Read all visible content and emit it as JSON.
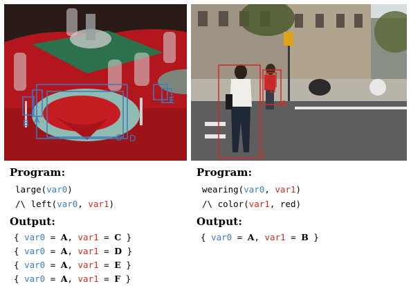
{
  "left": {
    "image_labels": [
      "A",
      "B",
      "C",
      "D",
      "E"
    ],
    "program_heading": "Program:",
    "program_lines": [
      [
        {
          "t": "large("
        },
        {
          "t": "var0",
          "c": "v0"
        },
        {
          "t": ")"
        }
      ],
      [
        {
          "t": "/\\ left("
        },
        {
          "t": "var0",
          "c": "v0"
        },
        {
          "t": ", "
        },
        {
          "t": "var1",
          "c": "v1"
        },
        {
          "t": ")"
        }
      ]
    ],
    "output_heading": "Output:",
    "output_lines": [
      [
        {
          "t": "{ "
        },
        {
          "t": "var0",
          "c": "v0"
        },
        {
          "t": " = "
        },
        {
          "t": "A",
          "c": "b"
        },
        {
          "t": ", "
        },
        {
          "t": "var1",
          "c": "v1"
        },
        {
          "t": " = "
        },
        {
          "t": "C",
          "c": "b"
        },
        {
          "t": " }"
        }
      ],
      [
        {
          "t": "{ "
        },
        {
          "t": "var0",
          "c": "v0"
        },
        {
          "t": " = "
        },
        {
          "t": "A",
          "c": "b"
        },
        {
          "t": ", "
        },
        {
          "t": "var1",
          "c": "v1"
        },
        {
          "t": " = "
        },
        {
          "t": "D",
          "c": "b"
        },
        {
          "t": " }"
        }
      ],
      [
        {
          "t": "{ "
        },
        {
          "t": "var0",
          "c": "v0"
        },
        {
          "t": " = "
        },
        {
          "t": "A",
          "c": "b"
        },
        {
          "t": ", "
        },
        {
          "t": "var1",
          "c": "v1"
        },
        {
          "t": " = "
        },
        {
          "t": "E",
          "c": "b"
        },
        {
          "t": " }"
        }
      ],
      [
        {
          "t": "{ "
        },
        {
          "t": "var0",
          "c": "v0"
        },
        {
          "t": " = "
        },
        {
          "t": "A",
          "c": "b"
        },
        {
          "t": ", "
        },
        {
          "t": "var1",
          "c": "v1"
        },
        {
          "t": " = "
        },
        {
          "t": "F",
          "c": "b"
        },
        {
          "t": " }"
        }
      ]
    ]
  },
  "right": {
    "image_labels": [
      "A",
      "B",
      "C"
    ],
    "program_heading": "Program:",
    "program_lines": [
      [
        {
          "t": "wearing("
        },
        {
          "t": "var0",
          "c": "v0"
        },
        {
          "t": ", "
        },
        {
          "t": "var1",
          "c": "v1"
        },
        {
          "t": ")"
        }
      ],
      [
        {
          "t": "/\\ color("
        },
        {
          "t": "var1",
          "c": "v1"
        },
        {
          "t": ", red)"
        }
      ]
    ],
    "output_heading": "Output:",
    "output_lines": [
      [
        {
          "t": "{ "
        },
        {
          "t": "var0",
          "c": "v0"
        },
        {
          "t": " = "
        },
        {
          "t": "A",
          "c": "b"
        },
        {
          "t": ", "
        },
        {
          "t": "var1",
          "c": "v1"
        },
        {
          "t": " = "
        },
        {
          "t": "B",
          "c": "b"
        },
        {
          "t": " }"
        }
      ]
    ]
  },
  "colors": {
    "var0": "#3b7bbf",
    "var1": "#d42a1f"
  }
}
